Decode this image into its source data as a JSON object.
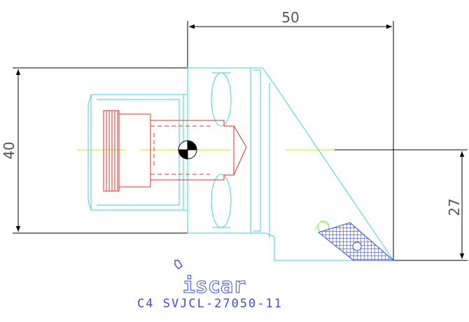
{
  "dimensions": {
    "width_label": "50",
    "height_label": "40",
    "offset_label": "27"
  },
  "brand": {
    "logo_text": "iscar"
  },
  "caption": "C4 SVJCL-27050-11",
  "colors": {
    "outline": "#36d6e3",
    "internal": "#e0302a",
    "dimension": "#000000",
    "center_line": "#e8e000",
    "insert_fill": "#3b4fd6",
    "logo": "#3b4fd6"
  }
}
